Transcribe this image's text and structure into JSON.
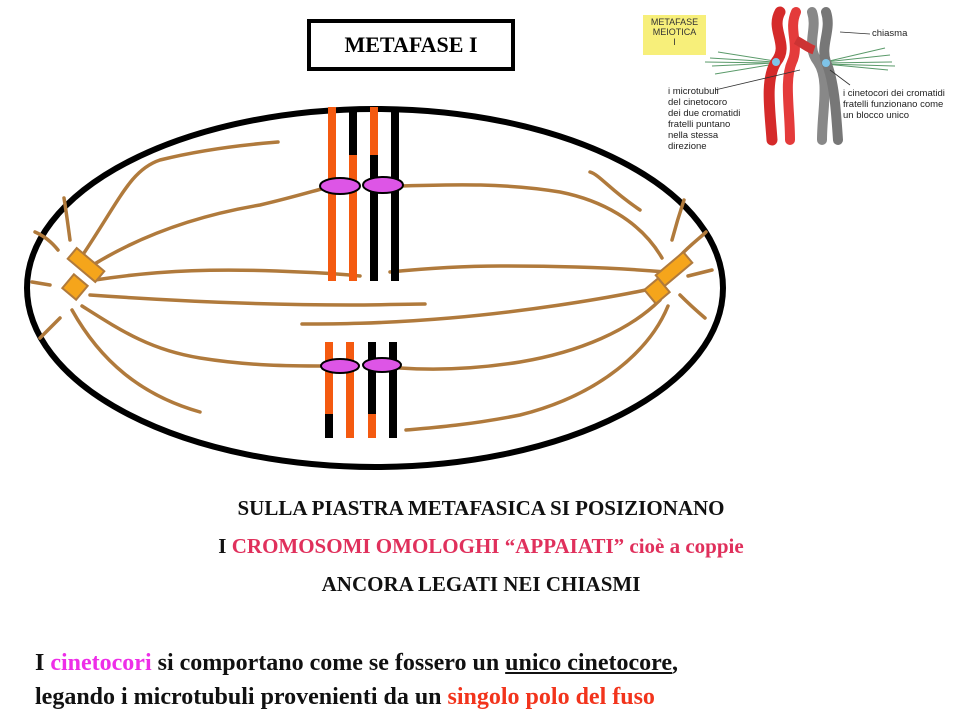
{
  "title": "METAFASE I",
  "inset": {
    "tag_line1": "METAFASE",
    "tag_line2": "MEIOTICA",
    "tag_line3": "I",
    "chiasma": "chiasma",
    "left_note": [
      "i microtubuli",
      "del cinetocoro",
      "dei due cromatidi",
      "fratelli puntano",
      "nella stessa",
      "direzione"
    ],
    "right_note": [
      "i cinetocori dei cromatidi",
      "fratelli funzionano come",
      "un blocco unico"
    ]
  },
  "caption": {
    "line1": "SULLA PIASTRA METAFASICA SI POSIZIONANO",
    "line2_prefix": "I ",
    "line2_highlight": "CROMOSOMI OMOLOGHI “APPAIATI” cioè a coppie",
    "line3": "ANCORA LEGATI NEI CHIASMI"
  },
  "bottom": {
    "line1_a": "I ",
    "line1_b": "cinetocori",
    "line1_c": " si comportano come se fossero un ",
    "line1_d": "unico cinetocore",
    "line1_e": ",",
    "line2_a": "legando i microtubuli provenienti da un ",
    "line2_b": "singolo polo del fuso"
  },
  "colors": {
    "spindle": "#b07a3c",
    "chromatid_red": "#f45a10",
    "chromatid_black": "#000000",
    "kinetochore": "#dd55e6",
    "centrosome": "#f5a51b",
    "caption_pink": "#e0305c",
    "magenta": "#ee2ee8",
    "red": "#f2341c"
  }
}
